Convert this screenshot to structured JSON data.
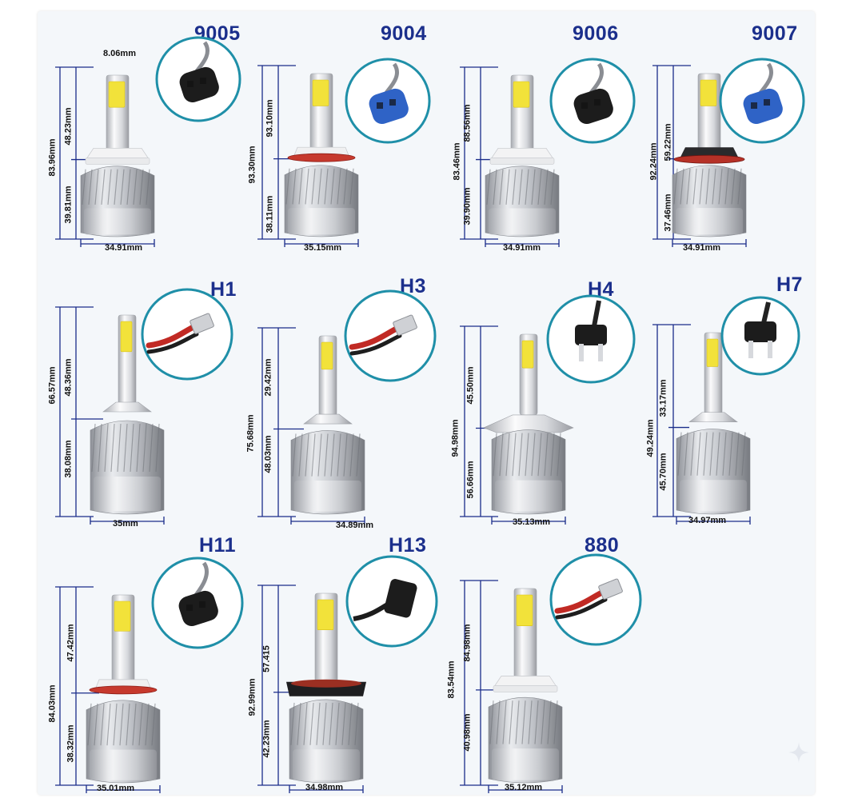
{
  "bulbs": [
    {
      "id": "9005",
      "title": "9005",
      "top_width": "8.06mm",
      "total": "83.96mm",
      "upper": "48.23mm",
      "lower": "39.81mm",
      "width": "34.91mm",
      "collar": "white",
      "connector": "black"
    },
    {
      "id": "9004",
      "title": "9004",
      "total": "93.30mm",
      "upper": "93.10mm",
      "lower": "38.11mm",
      "width": "35.15mm",
      "collar": "red",
      "connector": "blue"
    },
    {
      "id": "9006",
      "title": "9006",
      "total": "83.46mm",
      "upper": "88.56mm",
      "lower": "39.90mm",
      "width": "34.91mm",
      "collar": "white",
      "connector": "black"
    },
    {
      "id": "9007",
      "title": "9007",
      "total": "92.24mm",
      "upper": "59.22mm",
      "lower": "37.46mm",
      "width": "34.91mm",
      "collar": "red-black",
      "connector": "blue"
    },
    {
      "id": "h1",
      "title": "H1",
      "total": "66.57mm",
      "upper": "48.36mm",
      "lower": "38.08mm",
      "width": "35mm",
      "collar": "h1",
      "connector": "spade"
    },
    {
      "id": "h3",
      "title": "H3",
      "total": "75.68mm",
      "upper": "29.42mm",
      "lower": "48.03mm",
      "width": "34.89mm",
      "collar": "h3",
      "connector": "spade"
    },
    {
      "id": "h4",
      "title": "H4",
      "total": "94.98mm",
      "upper": "45.50mm",
      "lower": "56.66mm",
      "width": "35.13mm",
      "collar": "h4",
      "connector": "h4plug"
    },
    {
      "id": "h7",
      "title": "H7",
      "total": "49.24mm",
      "upper": "33.17mm",
      "lower": "45.70mm",
      "width": "34.97mm",
      "collar": "h7",
      "connector": "h4plug"
    },
    {
      "id": "h11",
      "title": "H11",
      "total": "84.03mm",
      "upper": "47.42mm",
      "lower": "38.32mm",
      "width": "35.01mm",
      "collar": "red",
      "connector": "black"
    },
    {
      "id": "h13",
      "title": "H13",
      "total": "92.99mm",
      "upper": "57.415",
      "lower": "42.23mm",
      "width": "34.98mm",
      "collar": "h13",
      "connector": "h13plug"
    },
    {
      "id": "880",
      "title": "880",
      "total": "83.54mm",
      "upper": "84.98mm",
      "lower": "40.98mm",
      "width": "35.12mm",
      "collar": "880",
      "connector": "spade"
    }
  ],
  "colors": {
    "title": "#1b2f8c",
    "dimension_line": "#1a2c8a",
    "circle_border": "#1f8fa8",
    "cob_chip": "#f2e23a",
    "heatsink": "#b9bcc2",
    "connector_blue": "#2f63c6",
    "connector_black": "#1c1c1c"
  },
  "icons": {
    "sparkle": "sparkle-icon"
  }
}
